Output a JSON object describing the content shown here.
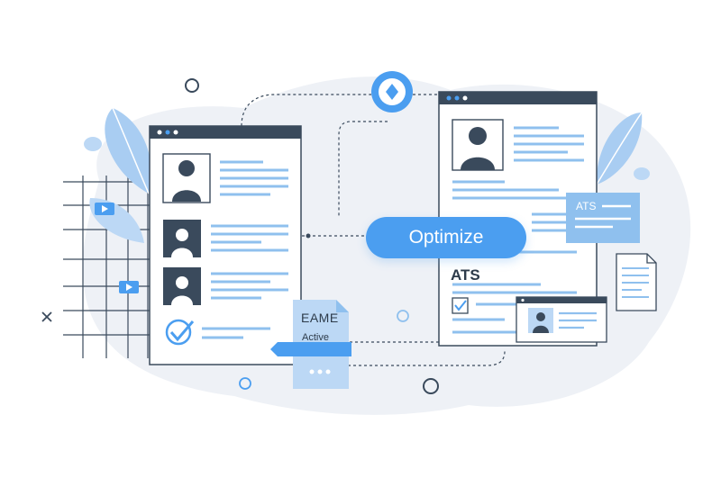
{
  "actions": {
    "optimize_label": "Optimize"
  },
  "labels": {
    "ats_main": "ATS",
    "ats_card": "ATS",
    "tag_title": "EAME",
    "tag_status": "Active"
  },
  "icons": {
    "diamond": "diamond-icon",
    "play": "play-icon",
    "check": "check-icon",
    "close": "close-icon",
    "user": "user-avatar-icon",
    "document": "document-icon",
    "dots": "more-dots-icon"
  },
  "colors": {
    "accent": "#4b9ef0",
    "frame": "#3a4a5c",
    "light_blue": "#bcd8f5",
    "bg_blob": "#eef1f6"
  }
}
